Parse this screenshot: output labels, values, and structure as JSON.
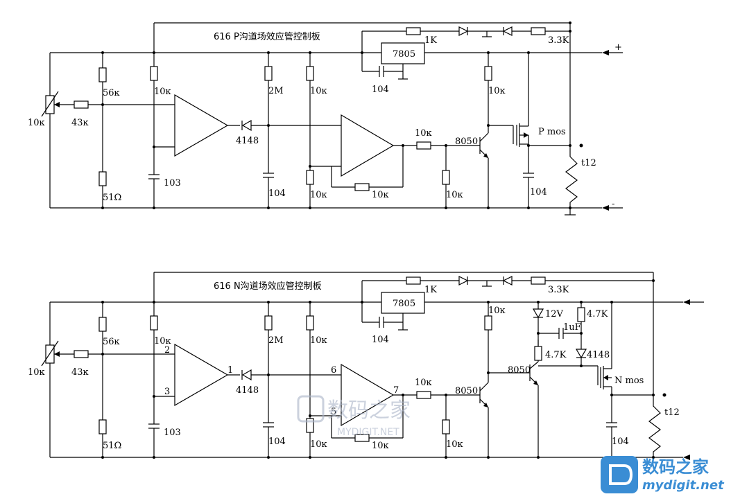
{
  "top": {
    "title": "616 P沟道场效应管控制板",
    "thermistor": "10ĸ",
    "r43": "43ĸ",
    "r56": "56ĸ",
    "r51": "51Ω",
    "r10a": "10ĸ",
    "c103": "103",
    "diode": "4148",
    "r2m": "2M",
    "c104a": "104",
    "r10b": "10ĸ",
    "r10c": "10ĸ",
    "r10fb": "10ĸ",
    "r10base": "10ĸ",
    "r10pd": "10ĸ",
    "transistor": "8050",
    "r10col": "10ĸ",
    "mos": "P mos",
    "c104b": "104",
    "load": "t12",
    "reg": "7805",
    "c104reg": "104",
    "r1k": "1K",
    "r3k3": "3.3K",
    "plus": "+",
    "minus": "-"
  },
  "bottom": {
    "title": "616 N沟道场效应管控制板",
    "thermistor": "10ĸ",
    "r43": "43ĸ",
    "r56": "56ĸ",
    "r51": "51Ω",
    "r10a": "10ĸ",
    "c103": "103",
    "pin2": "2",
    "pin3": "3",
    "pin1": "1",
    "diode": "4148",
    "r2m": "2M",
    "c104a": "104",
    "r10b": "10ĸ",
    "r10c": "10ĸ",
    "pin6": "6",
    "pin5": "5",
    "pin7": "7",
    "r10fb": "10ĸ",
    "r10base": "10ĸ",
    "r10pd": "10ĸ",
    "transistor1": "8050",
    "r10col": "10ĸ",
    "transistor2": "8050",
    "zener": "12V",
    "cap1uf": "1uF",
    "r4k7a": "4.7K",
    "r4k7b": "4.7K",
    "diode2": "4148",
    "mos": "N mos",
    "c104b": "104",
    "load": "t12",
    "reg": "7805",
    "c104reg": "104",
    "r1k": "1K",
    "r3k3": "3.3K"
  },
  "watermark": {
    "center_cn": "数码之家",
    "center_en": "MYDIGIT.NET",
    "corner_cn": "数码之家",
    "corner_en": "mydigit.net"
  }
}
